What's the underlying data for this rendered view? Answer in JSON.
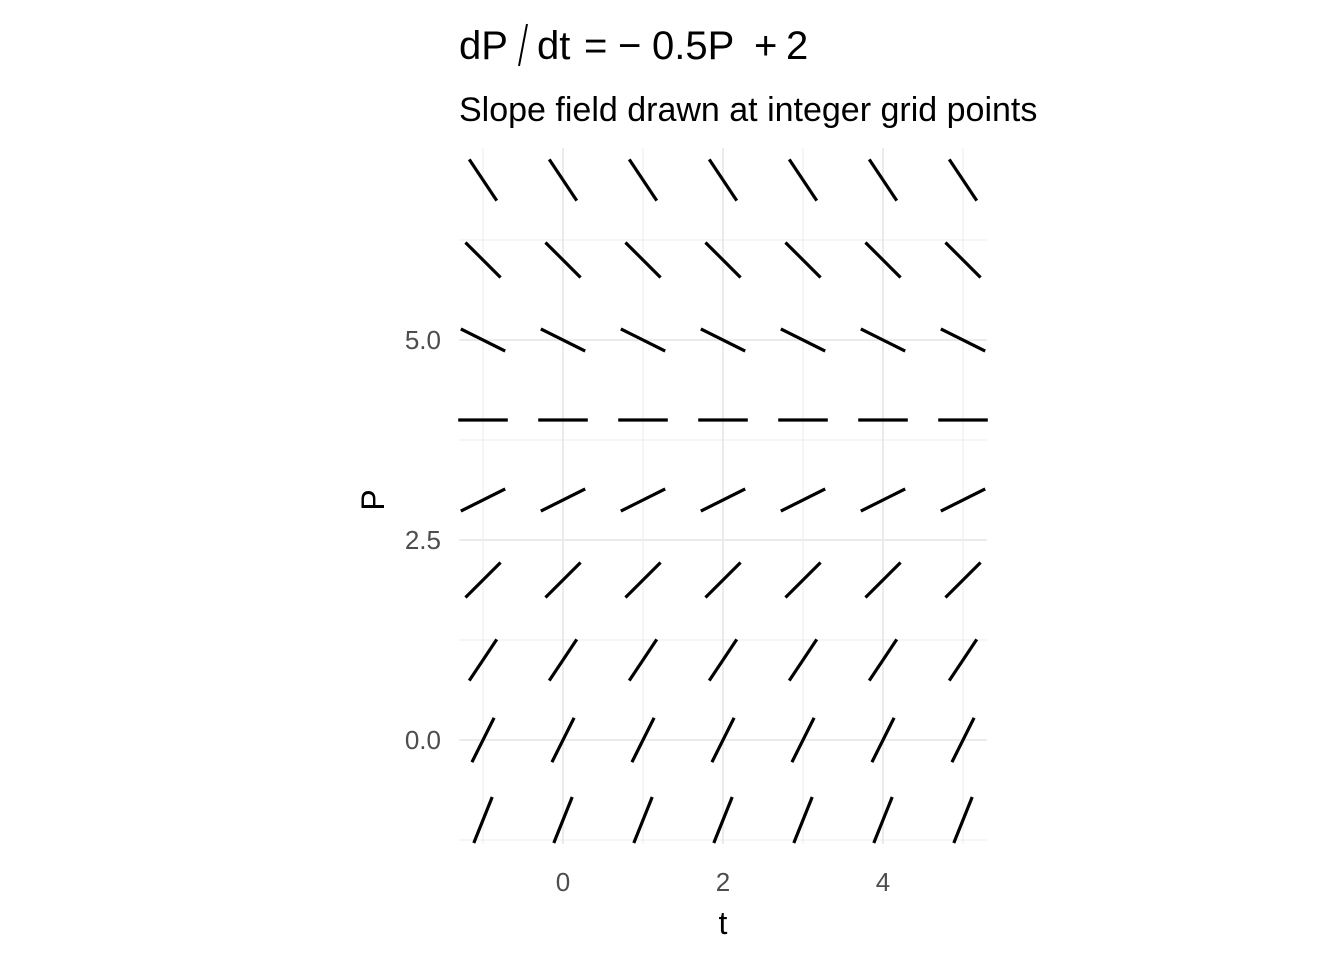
{
  "chart_data": {
    "type": "slope-field",
    "title": "dP/dt = −0.5P + 2",
    "title_parts": {
      "num": "dP",
      "den": "dt",
      "eq": "=",
      "minus": "−",
      "term": "0.5P",
      "plus": "+",
      "const": "2"
    },
    "subtitle": "Slope field drawn at integer grid points",
    "xlabel": "t",
    "ylabel": "P",
    "equation": {
      "a": -0.5,
      "b": 2
    },
    "t_values": [
      -1,
      0,
      1,
      2,
      3,
      4,
      5
    ],
    "P_values": [
      -1,
      0,
      1,
      2,
      3,
      4,
      5,
      6,
      7
    ],
    "xlim": [
      -1.3,
      5.3
    ],
    "ylim": [
      -1.3,
      7.4
    ],
    "x_ticks": [
      {
        "v": 0,
        "label": "0"
      },
      {
        "v": 2,
        "label": "2"
      },
      {
        "v": 4,
        "label": "4"
      }
    ],
    "y_ticks": [
      {
        "v": 0,
        "label": "0.0"
      },
      {
        "v": 2.5,
        "label": "2.5"
      },
      {
        "v": 5,
        "label": "5.0"
      }
    ],
    "x_minor": [
      -1,
      1,
      3,
      5
    ],
    "y_minor": [
      -1.25,
      1.25,
      3.75,
      6.25
    ],
    "segment_length_units": 0.62,
    "grid": true,
    "colors": {
      "segment": "#000000",
      "grid": "#ebebeb",
      "tick": "#4d4d4d"
    }
  }
}
